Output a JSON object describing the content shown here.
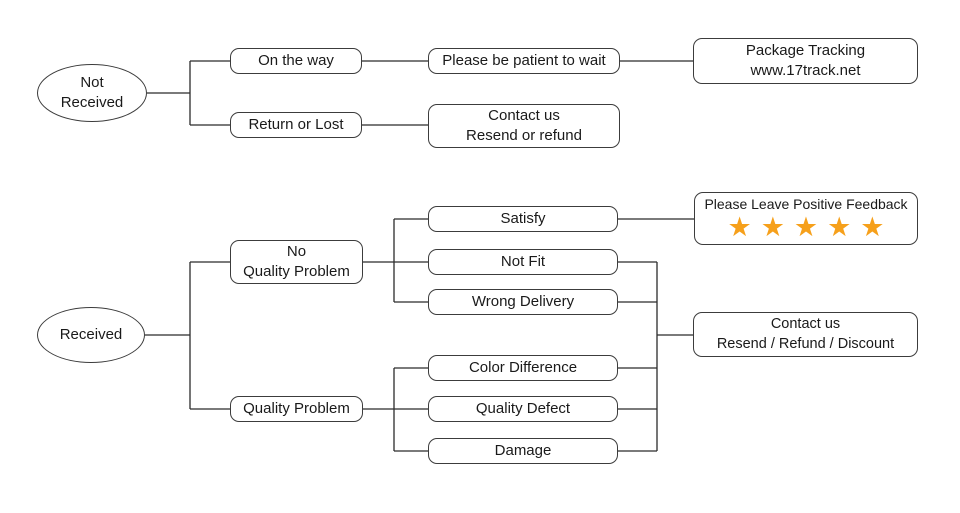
{
  "colors": {
    "star": "#F6A01B",
    "line": "#2b2b2b",
    "border": "#3c3c3c",
    "text": "#1a1a1a",
    "background": "#ffffff"
  },
  "nodes": {
    "not_received": {
      "line1": "Not",
      "line2": "Received"
    },
    "on_the_way": {
      "label": "On the way"
    },
    "return_or_lost": {
      "label": "Return or Lost"
    },
    "be_patient": {
      "label": "Please be patient to wait"
    },
    "package_tracking": {
      "line1": "Package Tracking",
      "line2": "www.17track.net"
    },
    "contact_resend_refund": {
      "line1": "Contact us",
      "line2": "Resend or refund"
    },
    "received": {
      "label": "Received"
    },
    "no_quality_problem": {
      "line1": "No",
      "line2": "Quality Problem"
    },
    "quality_problem": {
      "label": "Quality Problem"
    },
    "satisfy": {
      "label": "Satisfy"
    },
    "not_fit": {
      "label": "Not Fit"
    },
    "wrong_delivery": {
      "label": "Wrong Delivery"
    },
    "color_difference": {
      "label": "Color Difference"
    },
    "quality_defect": {
      "label": "Quality Defect"
    },
    "damage": {
      "label": "Damage"
    },
    "positive_feedback": {
      "label": "Please Leave Positive Feedback",
      "stars": "★★★★★",
      "star_count": 5
    },
    "contact_resend_refund_discount": {
      "line1": "Contact us",
      "line2": "Resend / Refund / Discount"
    }
  }
}
